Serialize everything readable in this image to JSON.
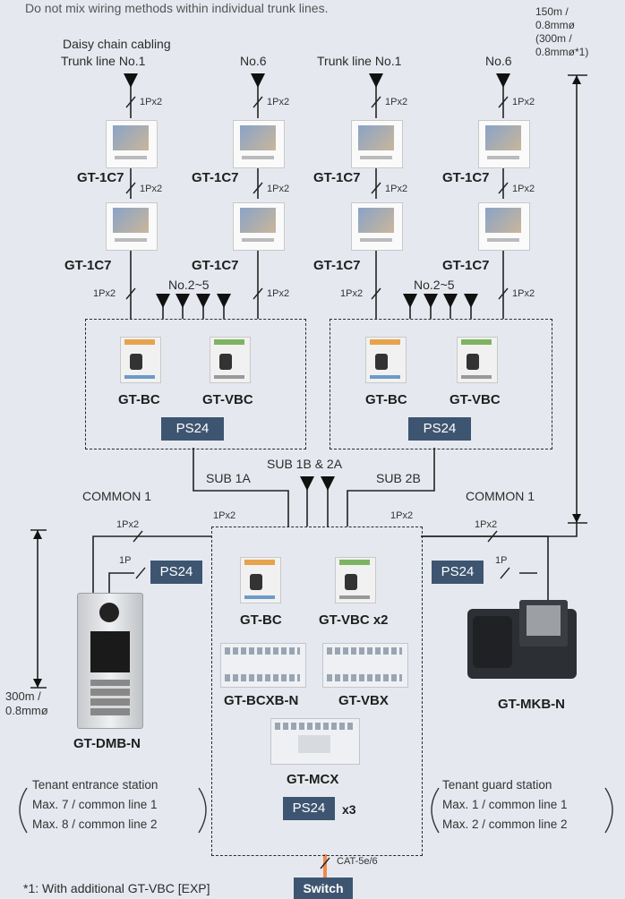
{
  "top_note": "Do not mix wiring methods within individual trunk lines.",
  "distance_top": [
    "150m /",
    "0.8mmø",
    "(300m /",
    "0.8mmø*1)"
  ],
  "daisy_chain": "Daisy chain cabling",
  "trunk_line_no1": "Trunk line  No.1",
  "no6": "No.6",
  "cable_1px2": "1Px2",
  "cable_1p": "1P",
  "gt_1c7": "GT-1C7",
  "no_2_5": "No.2~5",
  "gt_bc": "GT-BC",
  "gt_vbc": "GT-VBC",
  "ps24": "PS24",
  "sub_1a": "SUB 1A",
  "sub_1b_2a": "SUB 1B & 2A",
  "sub_2b": "SUB 2B",
  "common1": "COMMON 1",
  "gt_vbc_x2": "GT-VBC  x2",
  "gt_bcxb_n": "GT-BCXB-N",
  "gt_vbx": "GT-VBX",
  "gt_mcx": "GT-MCX",
  "x3": "x3",
  "gt_mkb_n": "GT-MKB-N",
  "gt_dmb_n": "GT-DMB-N",
  "distance_left": [
    "300m /",
    "0.8mmø"
  ],
  "tenant_entrance": [
    "Tenant entrance station",
    "Max. 7 / common line 1",
    "Max. 8 / common line 2"
  ],
  "tenant_guard": [
    "Tenant guard station",
    "Max. 1 / common line 1",
    "Max. 2 / common line 2"
  ],
  "cat_cable": "CAT-5e/6",
  "switch": "Switch",
  "footnote": "*1: With additional GT-VBC [EXP]",
  "colors": {
    "background": "#e5e9ef",
    "ps_badge": "#3e5571",
    "lan_cable": "#f08a4b"
  }
}
